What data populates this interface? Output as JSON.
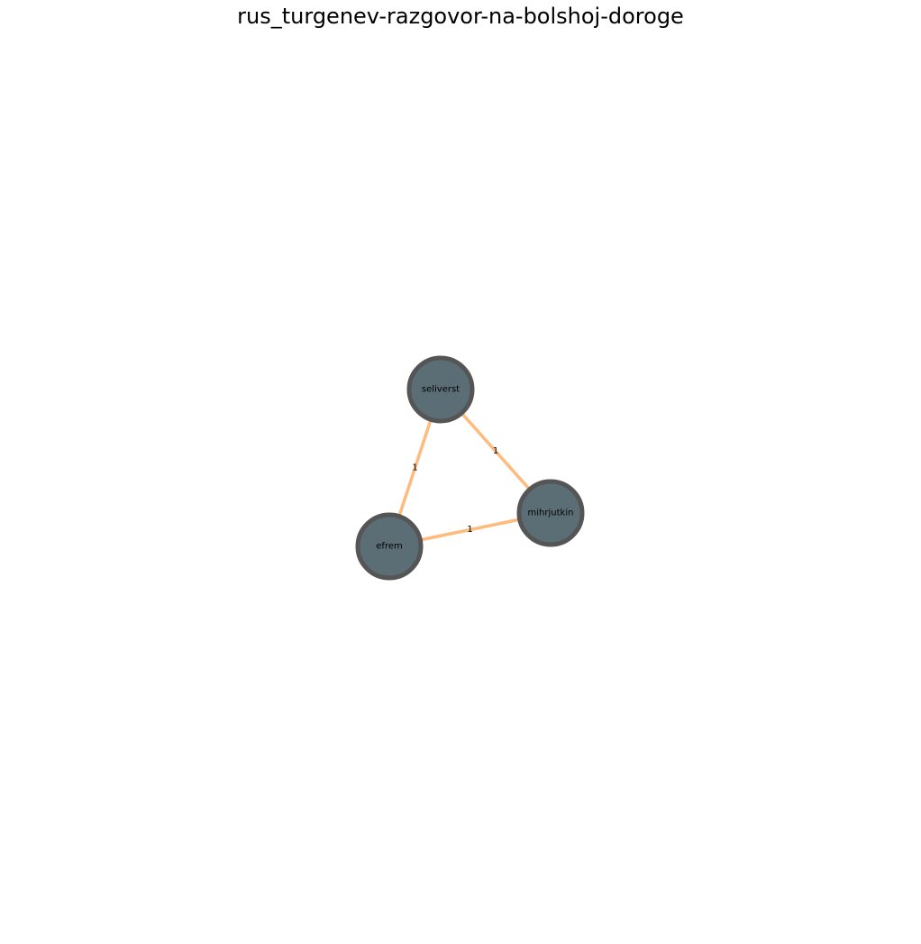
{
  "title": "rus_turgenev-razgovor-na-bolshoj-doroge",
  "colors": {
    "node_fill": "#5b6e75",
    "node_stroke": "#555555",
    "edge": "#fdbb7e"
  },
  "graph": {
    "nodes": [
      {
        "id": "seliverst",
        "label": "seliverst"
      },
      {
        "id": "mihrjutkin",
        "label": "mihrjutkin"
      },
      {
        "id": "efrem",
        "label": "efrem"
      }
    ],
    "edges": [
      {
        "source": "seliverst",
        "target": "mihrjutkin",
        "label": "1"
      },
      {
        "source": "seliverst",
        "target": "efrem",
        "label": "1"
      },
      {
        "source": "efrem",
        "target": "mihrjutkin",
        "label": "1"
      }
    ]
  }
}
